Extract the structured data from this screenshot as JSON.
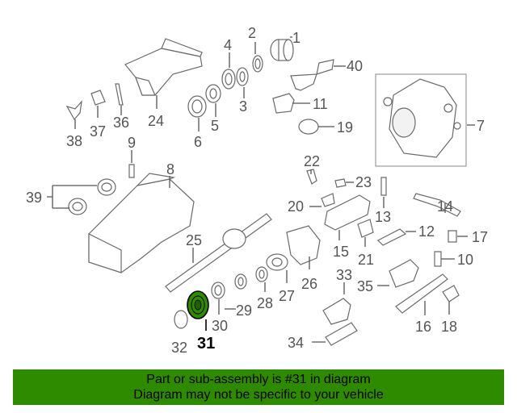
{
  "labels": {
    "p1": "1",
    "p2": "2",
    "p3": "3",
    "p4": "4",
    "p5": "5",
    "p6": "6",
    "p7": "7",
    "p8": "8",
    "p9": "9",
    "p10": "10",
    "p11": "11",
    "p12": "12",
    "p13": "13",
    "p14": "14",
    "p15": "15",
    "p16": "16",
    "p17": "17",
    "p18": "18",
    "p19": "19",
    "p20": "20",
    "p21": "21",
    "p22": "22",
    "p23": "23",
    "p24": "24",
    "p25": "25",
    "p26": "26",
    "p27": "27",
    "p28": "28",
    "p29": "29",
    "p30": "30",
    "p31": "31",
    "p32": "32",
    "p33": "33",
    "p34": "34",
    "p35": "35",
    "p36": "36",
    "p37": "37",
    "p38": "38",
    "p39": "39",
    "p40": "40"
  },
  "highlight_part": "31",
  "highlight_color": "#2e8b00",
  "banner": {
    "line1": "Part or sub-assembly is #31 in diagram",
    "line2": "Diagram may not be specific to your vehicle",
    "color": "#2e8b00"
  }
}
